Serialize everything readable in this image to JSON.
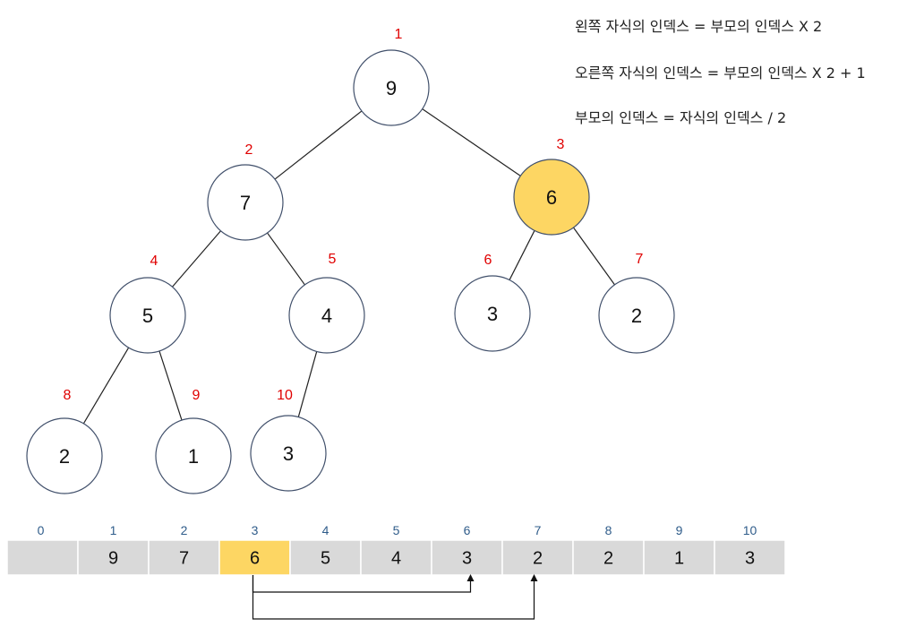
{
  "formulas": {
    "left_child": "왼쪽 자식의 인덱스 = 부모의 인덱스 X 2",
    "right_child": "오른쪽 자식의 인덱스 = 부모의 인덱스 X 2 + 1",
    "parent": "부모의 인덱스 = 자식의 인덱스 / 2"
  },
  "colors": {
    "highlight": "#fdd663",
    "index_label": "#e00000",
    "array_cell": "#d9d9d9",
    "array_index": "#2f5c8a",
    "edge": "#222222"
  },
  "tree": {
    "nodes": [
      {
        "index": "1",
        "value": "9"
      },
      {
        "index": "2",
        "value": "7"
      },
      {
        "index": "3",
        "value": "6",
        "highlight": true
      },
      {
        "index": "4",
        "value": "5"
      },
      {
        "index": "5",
        "value": "4"
      },
      {
        "index": "6",
        "value": "3"
      },
      {
        "index": "7",
        "value": "2"
      },
      {
        "index": "8",
        "value": "2"
      },
      {
        "index": "9",
        "value": "1"
      },
      {
        "index": "10",
        "value": "3"
      }
    ],
    "edges": [
      [
        1,
        2
      ],
      [
        1,
        3
      ],
      [
        2,
        4
      ],
      [
        2,
        5
      ],
      [
        3,
        6
      ],
      [
        3,
        7
      ],
      [
        4,
        8
      ],
      [
        4,
        9
      ],
      [
        5,
        10
      ]
    ]
  },
  "array": {
    "indices": [
      "0",
      "1",
      "2",
      "3",
      "4",
      "5",
      "6",
      "7",
      "8",
      "9",
      "10"
    ],
    "values": [
      "",
      "9",
      "7",
      "6",
      "5",
      "4",
      "3",
      "2",
      "2",
      "1",
      "3"
    ],
    "highlight_index": 3,
    "arrows": [
      {
        "from": 3,
        "to": 6
      },
      {
        "from": 3,
        "to": 7
      }
    ]
  }
}
